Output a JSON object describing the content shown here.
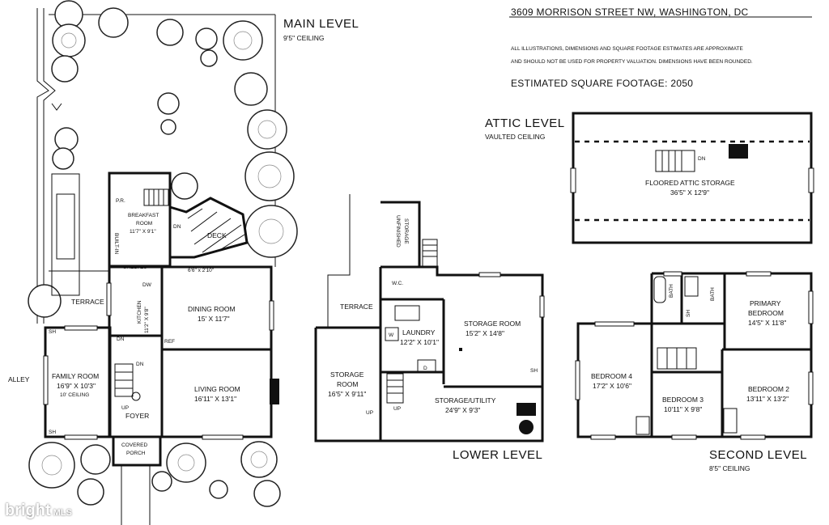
{
  "header": {
    "address": "3609 MORRISON STREET NW, WASHINGTON, DC",
    "disclaimer_line1": "ALL ILLUSTRATIONS, DIMENSIONS AND SQUARE FOOTAGE ESTIMATES ARE APPROXIMATE",
    "disclaimer_line2": "AND  SHOULD NOT BE USED FOR PROPERTY VALUATION. DIMENSIONS HAVE BEEN ROUNDED.",
    "sqft": "ESTIMATED SQUARE FOOTAGE: 2050"
  },
  "main_level": {
    "title": "MAIN LEVEL",
    "ceiling": "9'5\" CEILING",
    "alley": "ALLEY",
    "terrace": "TERRACE",
    "deck": "DECK",
    "deck_dim": "6'6\" x 2'10\"",
    "pr": "P.R.",
    "built_in": "BUILT-IN",
    "shelves": "SHELVES",
    "dw": "DW",
    "ref": "REF",
    "dn": "DN",
    "up": "UP",
    "sh": "SH",
    "rooms": {
      "breakfast_name": "BREAKFAST",
      "breakfast_name2": "ROOM",
      "breakfast_dim": "11'7\" X 9'1\"",
      "kitchen_name": "KITCHEN",
      "kitchen_dim": "11'2\" X 9'8\"",
      "dining_name": "DINING ROOM",
      "dining_dim": "15' X 11'7\"",
      "family_name": "FAMILY ROOM",
      "family_dim": "16'9\" X 10'3\"",
      "family_ceiling": "10' CEILING",
      "living_name": "LIVING ROOM",
      "living_dim": "16'11\" X 13'1\"",
      "foyer_name": "FOYER",
      "porch_name": "COVERED",
      "porch_name2": "PORCH"
    }
  },
  "attic_level": {
    "title": "ATTIC LEVEL",
    "ceiling": "VAULTED CEILING",
    "room_name": "FLOORED ATTIC STORAGE",
    "room_dim": "36'5\" X 12'9\"",
    "dn": "DN"
  },
  "lower_level": {
    "title": "LOWER LEVEL",
    "terrace": "TERRACE",
    "unfinished_line1": "UNFINISHED",
    "unfinished_line2": "STORAGE",
    "wc": "W.C.",
    "w": "W",
    "d": "D",
    "sh": "SH",
    "up": "UP",
    "laundry_name": "LAUNDRY",
    "laundry_dim": "12'2\" X 10'1\"",
    "storage_room_name": "STORAGE ROOM",
    "storage_room_dim": "15'2\" X 14'8\"",
    "storage_room2_name": "STORAGE",
    "storage_room2_name2": "ROOM",
    "storage_room2_dim": "16'5\" X 9'11\"",
    "utility_name": "STORAGE/UTILITY",
    "utility_dim": "24'9\" X 9'3\""
  },
  "second_level": {
    "title": "SECOND LEVEL",
    "ceiling": "8'5\" CEILING",
    "bath": "BATH",
    "sh": "SH",
    "primary_name": "PRIMARY",
    "primary_name2": "BEDROOM",
    "primary_dim": "14'5\" X 11'8\"",
    "bed4_name": "BEDROOM 4",
    "bed4_dim": "17'2\" X 10'6\"",
    "bed3_name": "BEDROOM 3",
    "bed3_dim": "10'11\" X 9'8\"",
    "bed2_name": "BEDROOM 2",
    "bed2_dim": "13'11\" X 13'2\""
  },
  "watermark": {
    "brand": "bright",
    "suffix": "MLS"
  }
}
